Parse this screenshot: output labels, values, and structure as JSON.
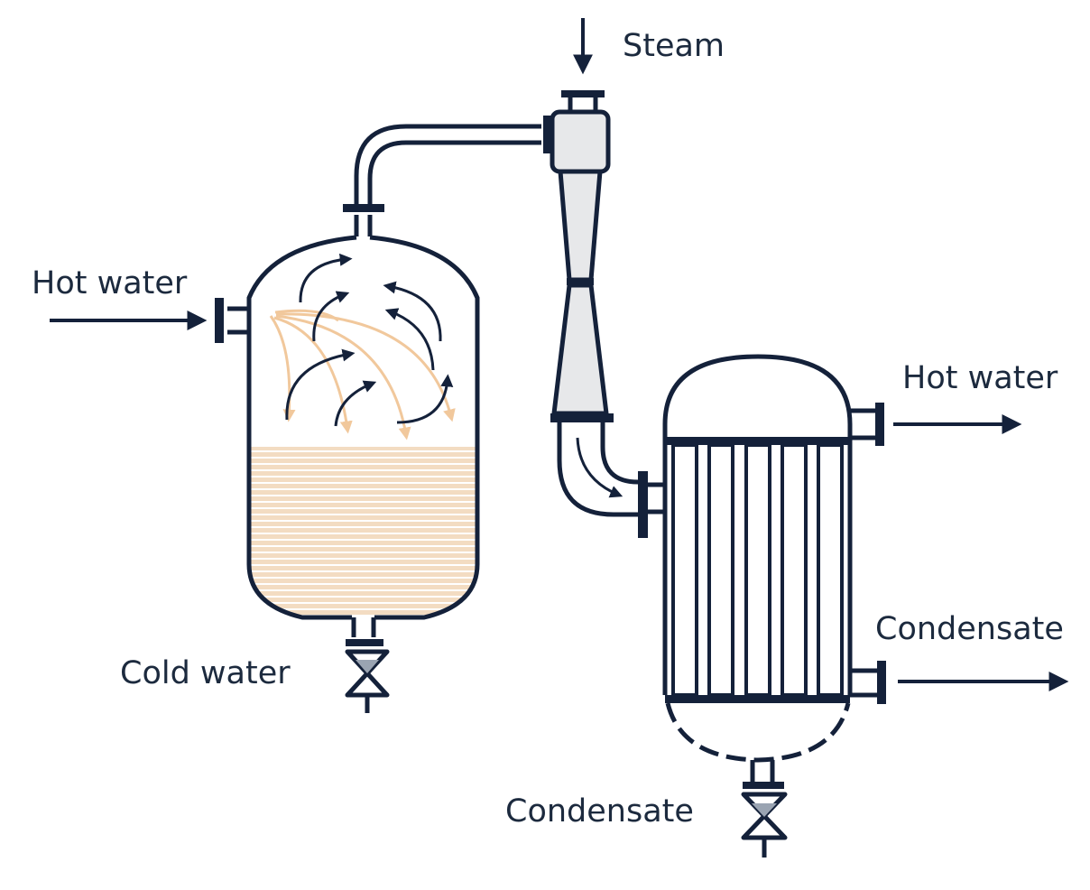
{
  "labels": {
    "steam": "Steam",
    "hot_water_in": "Hot water",
    "hot_water_out": "Hot water",
    "cold_water": "Cold water",
    "condensate_side": "Condensate",
    "condensate_bottom": "Condensate"
  },
  "colors": {
    "line": "#14213a",
    "liquid": "#f3dcc2",
    "spray": "#f1c89c",
    "ejector_fill": "#e7e8ea",
    "background": "#ffffff"
  }
}
